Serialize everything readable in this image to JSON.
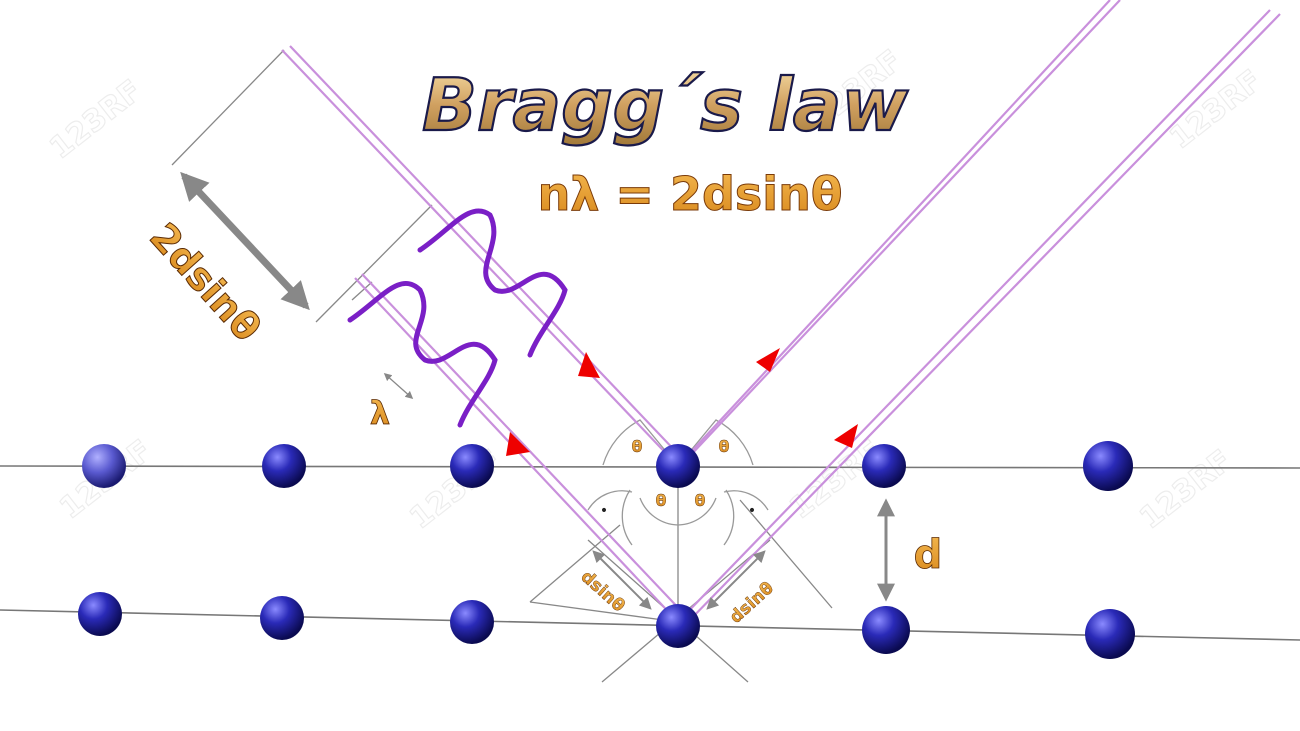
{
  "title": "Bragg´s law",
  "equation": "nλ = 2dsinθ",
  "labels": {
    "path_difference": "2dsinθ",
    "wavelength": "λ",
    "spacing": "d",
    "theta": "θ",
    "half_path": "dsinθ",
    "right_angle_dot": "•"
  },
  "watermark": "123RF",
  "colors": {
    "atom": "#1a1a9a",
    "beam": "#cc88e0",
    "arrow": "#ee0000",
    "wave": "#7a1fc6",
    "label_fill": "#e8a020",
    "title_outline": "#1a1a4a",
    "line": "#777777"
  }
}
